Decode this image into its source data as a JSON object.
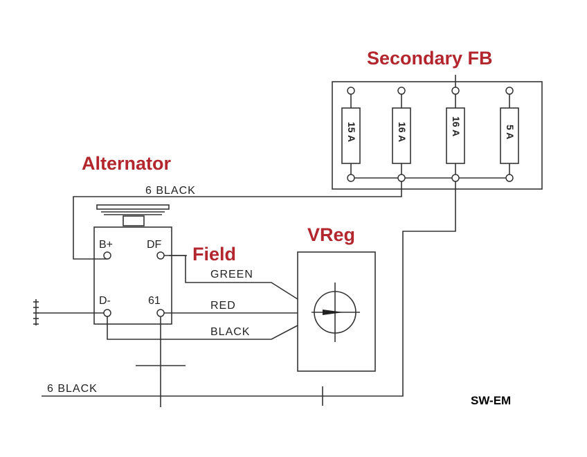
{
  "labels": {
    "secondary_fb": "Secondary FB",
    "alternator": "Alternator",
    "vreg": "VReg",
    "field": "Field",
    "reference": "SW-EM"
  },
  "wires": {
    "top_black": "6 BLACK",
    "bottom_black": "6 BLACK",
    "green": "GREEN",
    "red": "RED",
    "black": "BLACK"
  },
  "terminals": {
    "b_plus": "B+",
    "df": "DF",
    "d_minus": "D-",
    "t61": "61"
  },
  "fuses": [
    "15 A",
    "16 A",
    "16 A",
    "5 A"
  ],
  "colors": {
    "label_red": "#b3262e",
    "line": "#333333"
  }
}
